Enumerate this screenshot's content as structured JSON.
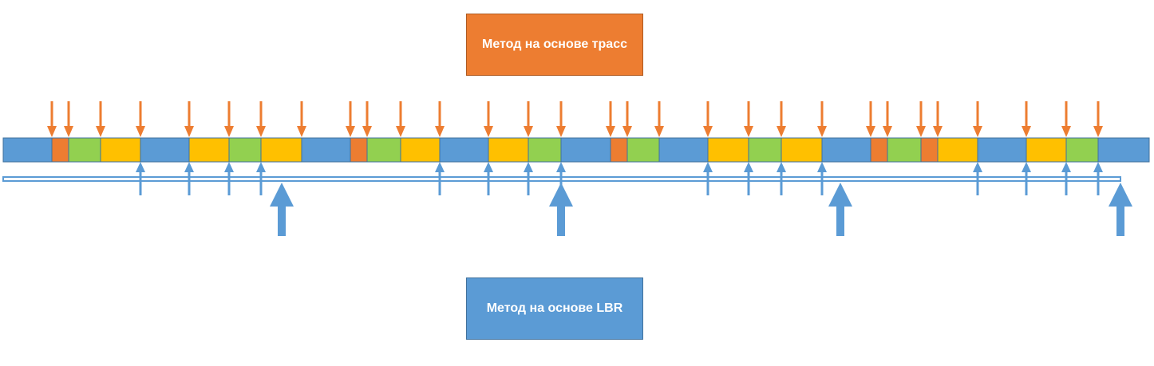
{
  "trace_method": {
    "label": "Метод на основе трасс",
    "color": "#ed7d31"
  },
  "lbr_method": {
    "label": "Метод на основе LBR",
    "color": "#5b9bd5"
  },
  "timeline": {
    "segment_colors": {
      "blue": "#5b9bd5",
      "orange": "#ed7d31",
      "green": "#92d050",
      "yellow": "#ffc000"
    },
    "segments": [
      "blue",
      "orange",
      "green",
      "yellow",
      "blue",
      "yellow",
      "green",
      "yellow",
      "blue",
      "orange",
      "green",
      "yellow",
      "blue",
      "yellow",
      "green",
      "blue",
      "orange",
      "green",
      "blue",
      "yellow",
      "green",
      "yellow",
      "blue",
      "orange",
      "green",
      "orange",
      "yellow",
      "blue",
      "yellow",
      "green",
      "blue"
    ],
    "segment_count": 31
  }
}
